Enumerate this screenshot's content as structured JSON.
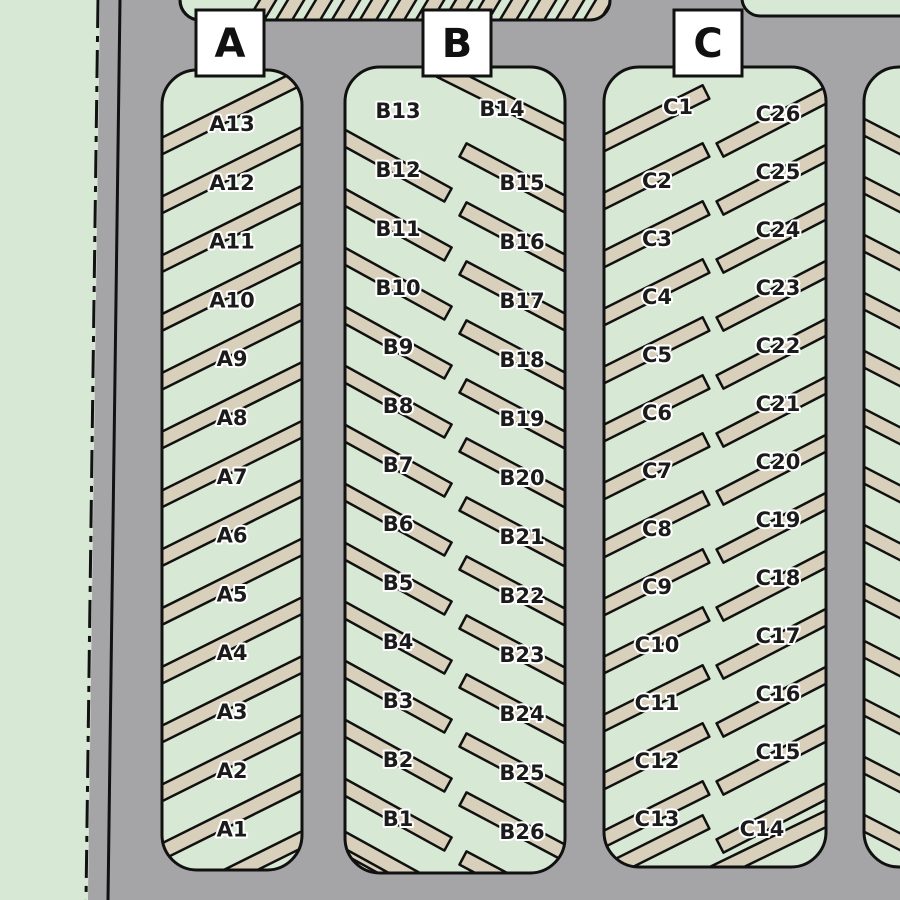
{
  "colors": {
    "asphalt": "#a5a5a7",
    "island_fill": "#d7e9d5",
    "stripe_fill": "#d8d0bb",
    "outline": "#111111",
    "label_halo": "#ffffff"
  },
  "sections": [
    {
      "key": "A",
      "label": "A",
      "left_sites": [
        "A13",
        "A12",
        "A11",
        "A10",
        "A9",
        "A8",
        "A7",
        "A6",
        "A5",
        "A4",
        "A3",
        "A2",
        "A1"
      ],
      "right_sites": []
    },
    {
      "key": "B",
      "label": "B",
      "left_sites": [
        "B13",
        "B12",
        "B11",
        "B10",
        "B9",
        "B8",
        "B7",
        "B6",
        "B5",
        "B4",
        "B3",
        "B2",
        "B1"
      ],
      "right_sites": [
        "B14",
        "B15",
        "B16",
        "B17",
        "B18",
        "B19",
        "B20",
        "B21",
        "B22",
        "B23",
        "B24",
        "B25",
        "B26"
      ]
    },
    {
      "key": "C",
      "label": "C",
      "left_sites": [
        "C1",
        "C2",
        "C3",
        "C4",
        "C5",
        "C6",
        "C7",
        "C8",
        "C9",
        "C10",
        "C11",
        "C12",
        "C13"
      ],
      "right_sites": [
        "C26",
        "C25",
        "C24",
        "C23",
        "C22",
        "C21",
        "C20",
        "C19",
        "C18",
        "C17",
        "C16",
        "C15",
        "C14"
      ]
    }
  ]
}
